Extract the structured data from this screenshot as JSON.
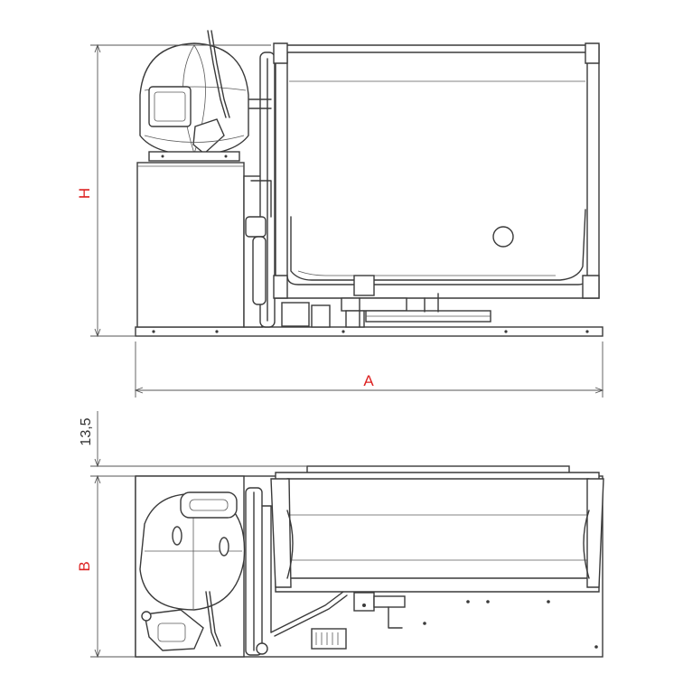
{
  "dimensions": {
    "height_label": "H",
    "width_label": "A",
    "depth_label": "B",
    "offset_label": "13,5"
  },
  "colors": {
    "dimension_text": "#dd2222",
    "line": "#3a3a3a",
    "background": "#ffffff"
  }
}
